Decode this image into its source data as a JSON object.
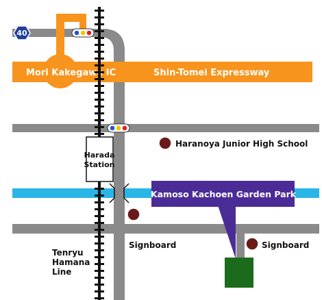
{
  "route_badge": "40",
  "expressway": {
    "interchange": "Mori Kakegawa IC",
    "name": "Shin-Tomei Expressway"
  },
  "railway": {
    "line": [
      "Tenryu",
      "Hamana",
      "Line"
    ],
    "station": [
      "Harada",
      "Station"
    ]
  },
  "places": {
    "school": "Haranoya Junior High School",
    "destination": "Kamoso Kachoen Garden Park",
    "signboard_left": "Signboard",
    "signboard_right": "Signboard"
  },
  "colors": {
    "road": "#8a8a8a",
    "expressway": "#f7941d",
    "river": "#29b6e6",
    "destination_box": "#4b2c96",
    "marker": "#6b1a1a",
    "park": "#1c6b1c",
    "route_badge": "#1f3f99",
    "signal_blue": "#2255cc",
    "signal_yellow": "#f5c400",
    "signal_red": "#e02020"
  }
}
